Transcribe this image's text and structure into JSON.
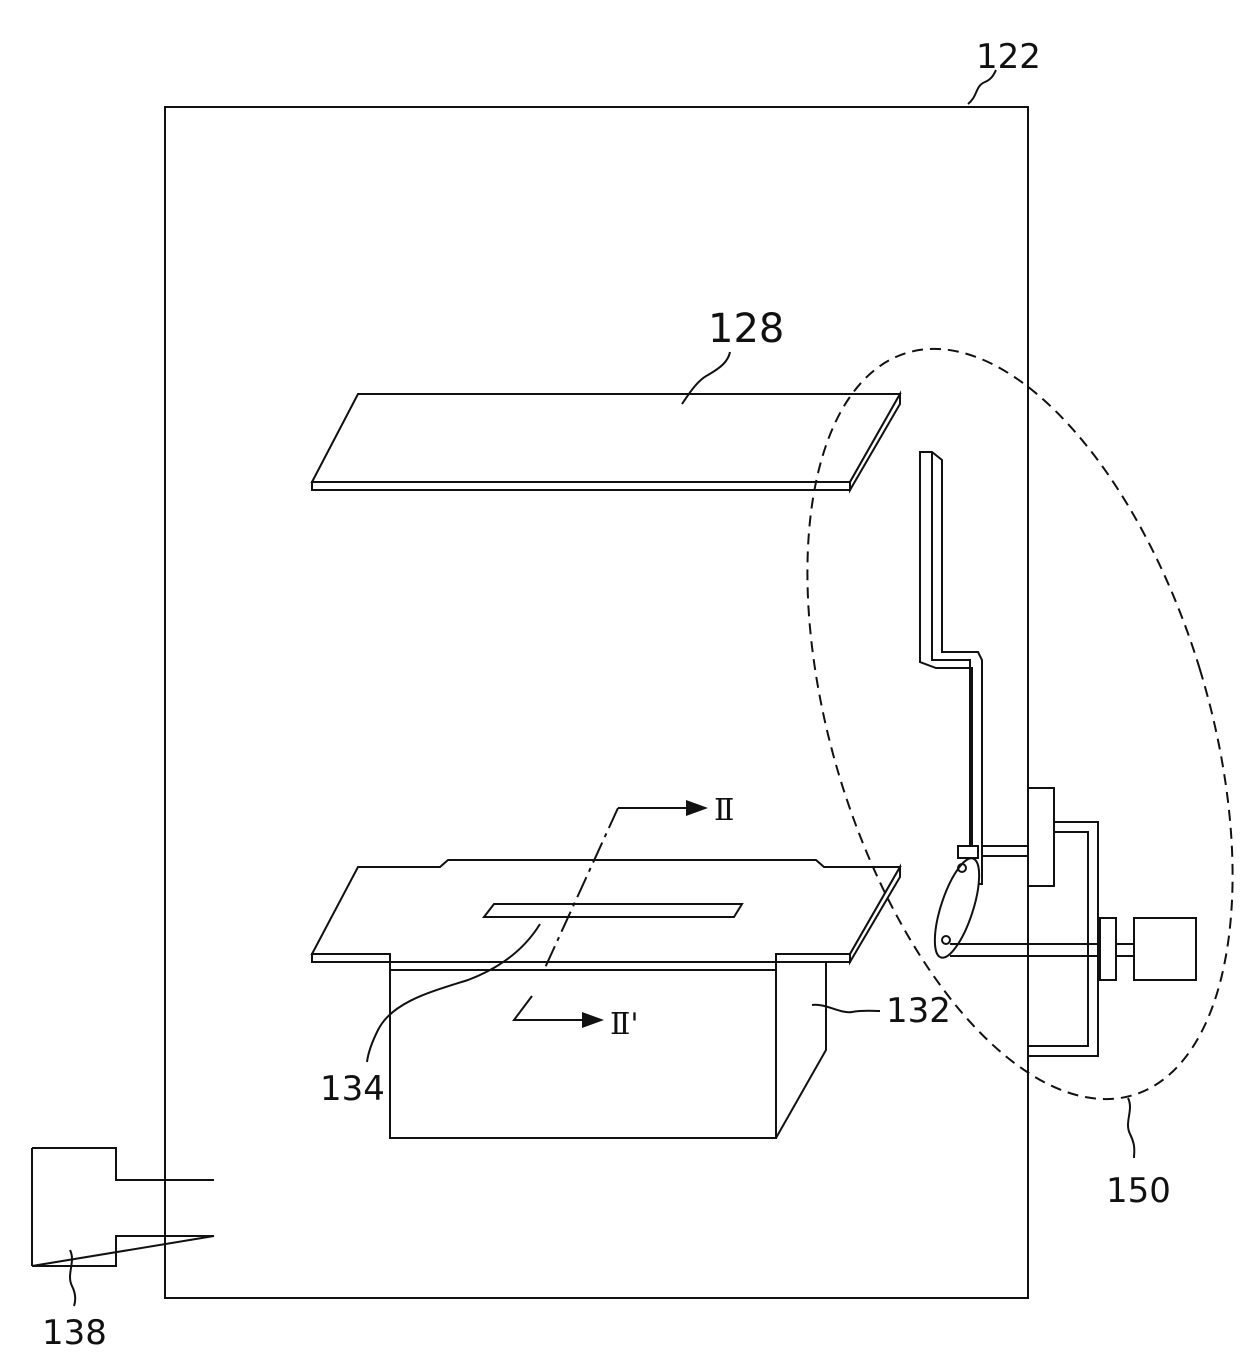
{
  "labels": {
    "chamber": "122",
    "upper_plate": "128",
    "stage_box": "132",
    "slot": "134",
    "external_unit": "138",
    "lift_mechanism": "150",
    "section_start": "Ⅱ",
    "section_end": "Ⅱ'"
  }
}
